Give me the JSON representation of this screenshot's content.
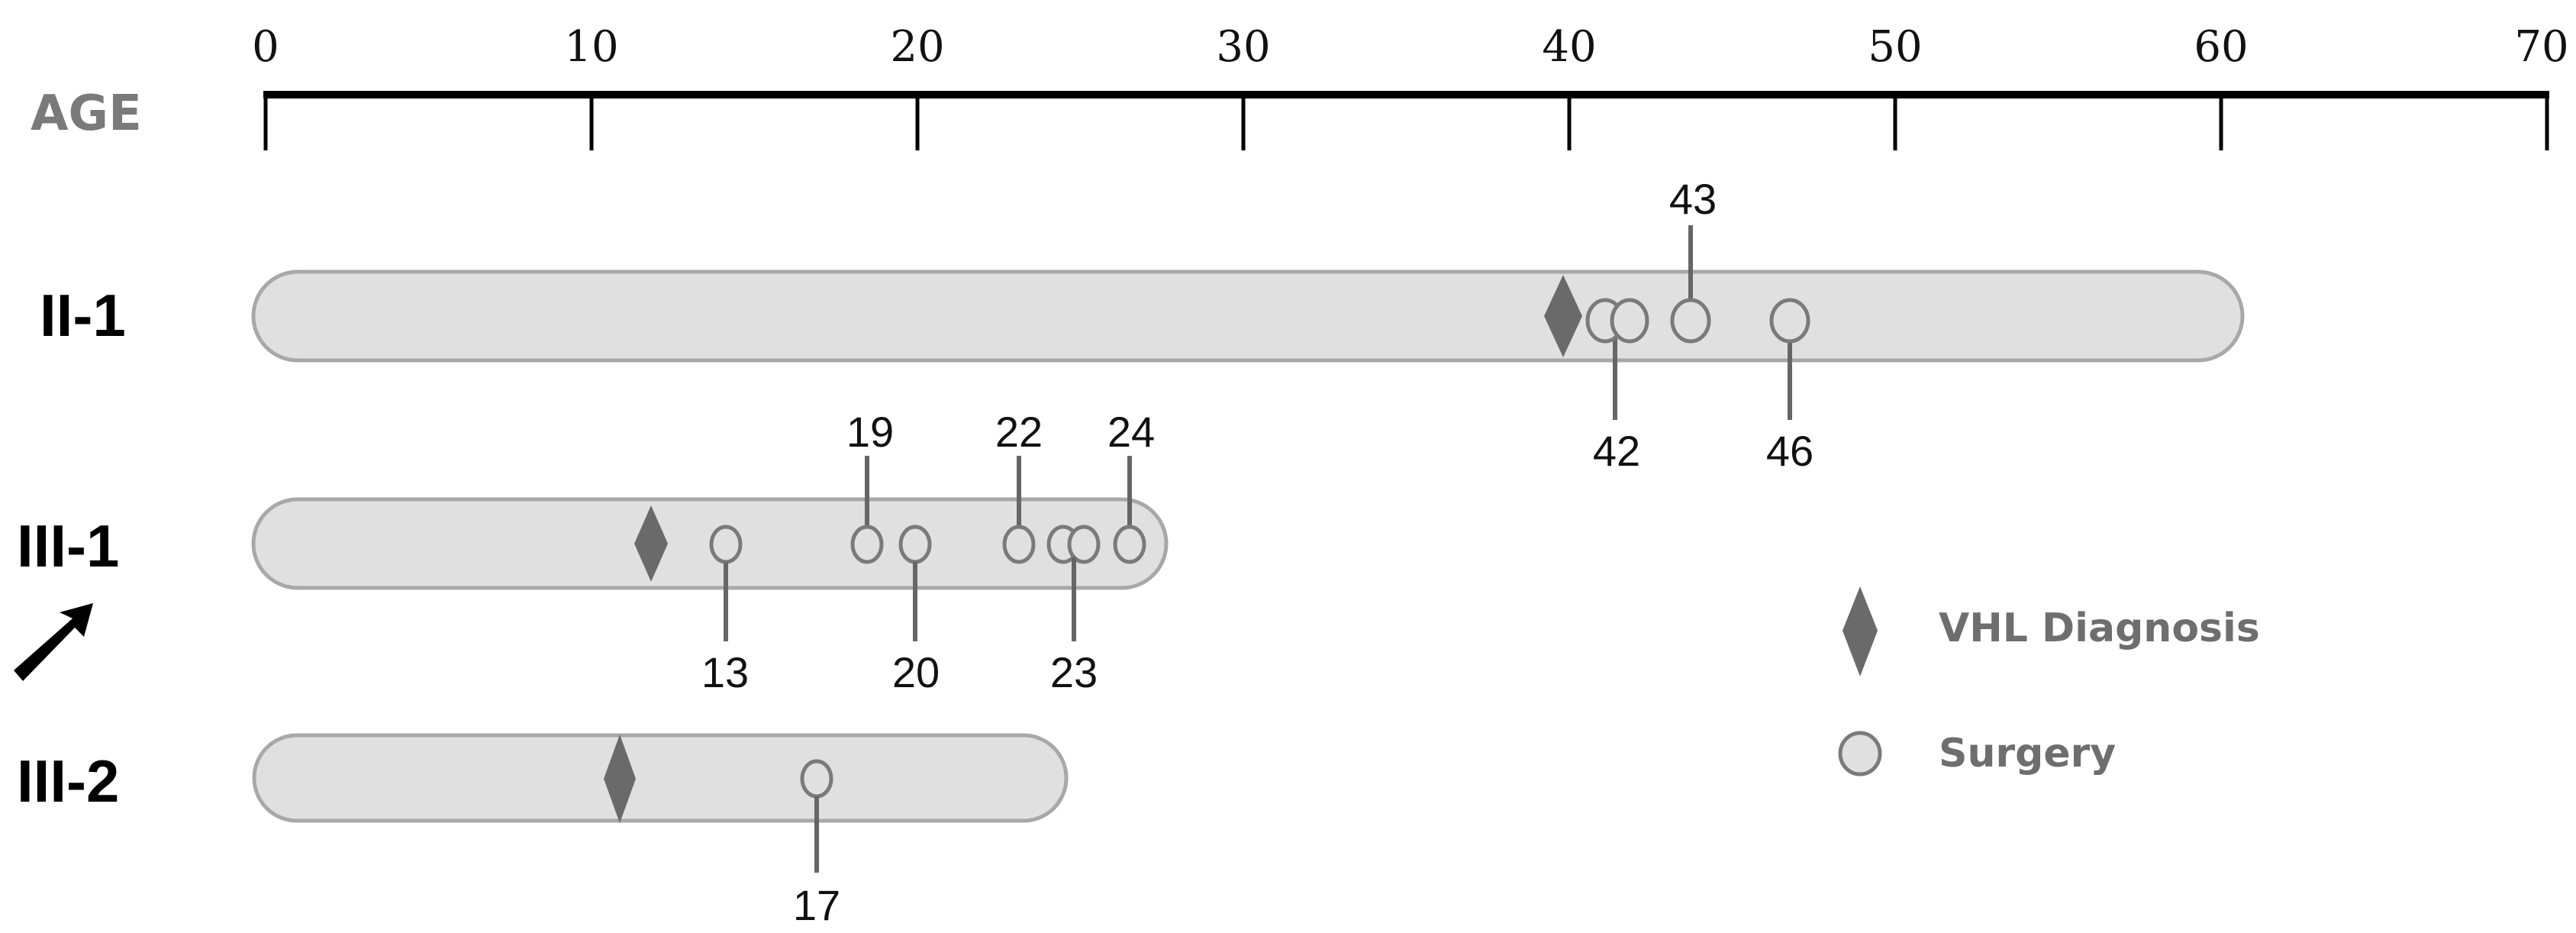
{
  "axis": {
    "label": "AGE",
    "ticks": [
      "0",
      "10",
      "20",
      "30",
      "40",
      "50",
      "60",
      "70"
    ]
  },
  "rows": [
    {
      "id": "II-1",
      "label": "II-1",
      "bar_end_age": 61,
      "diagnosis_age": 40,
      "surgeries": [
        {
          "age": "42",
          "label_pos": "below"
        },
        {
          "age": "42",
          "label_pos": "none"
        },
        {
          "age": "43",
          "label_pos": "above"
        },
        {
          "age": "46",
          "label_pos": "below"
        }
      ]
    },
    {
      "id": "III-1",
      "label": "III-1",
      "proband": true,
      "bar_end_age": 28,
      "diagnosis_age": 11,
      "surgeries": [
        {
          "age": "13",
          "label_pos": "below"
        },
        {
          "age": "19",
          "label_pos": "above"
        },
        {
          "age": "20",
          "label_pos": "below"
        },
        {
          "age": "22",
          "label_pos": "above"
        },
        {
          "age": "23",
          "label_pos": "below"
        },
        {
          "age": "23",
          "label_pos": "none"
        },
        {
          "age": "24",
          "label_pos": "above"
        }
      ]
    },
    {
      "id": "III-2",
      "label": "III-2",
      "bar_end_age": 24,
      "diagnosis_age": 11,
      "surgeries": [
        {
          "age": "17",
          "label_pos": "below"
        }
      ]
    }
  ],
  "legend": {
    "diagnosis": "VHL Diagnosis",
    "surgery": "Surgery"
  },
  "chart_data": {
    "type": "timeline",
    "title": "",
    "xlabel": "AGE",
    "xlim": [
      0,
      70
    ],
    "xticks": [
      0,
      10,
      20,
      30,
      40,
      50,
      60,
      70
    ],
    "legend": [
      "VHL Diagnosis",
      "Surgery"
    ],
    "legend_position": "right",
    "annotations": [
      "arrow marks proband III-1"
    ],
    "series": [
      {
        "name": "II-1",
        "span": [
          0,
          61
        ],
        "vhl_diagnosis": 40,
        "surgeries": [
          42,
          42,
          43,
          46
        ]
      },
      {
        "name": "III-1",
        "span": [
          0,
          28
        ],
        "vhl_diagnosis": 11,
        "surgeries": [
          13,
          19,
          20,
          22,
          23,
          23,
          24
        ],
        "proband": true
      },
      {
        "name": "III-2",
        "span": [
          0,
          24
        ],
        "vhl_diagnosis": 11,
        "surgeries": [
          17
        ]
      }
    ]
  }
}
